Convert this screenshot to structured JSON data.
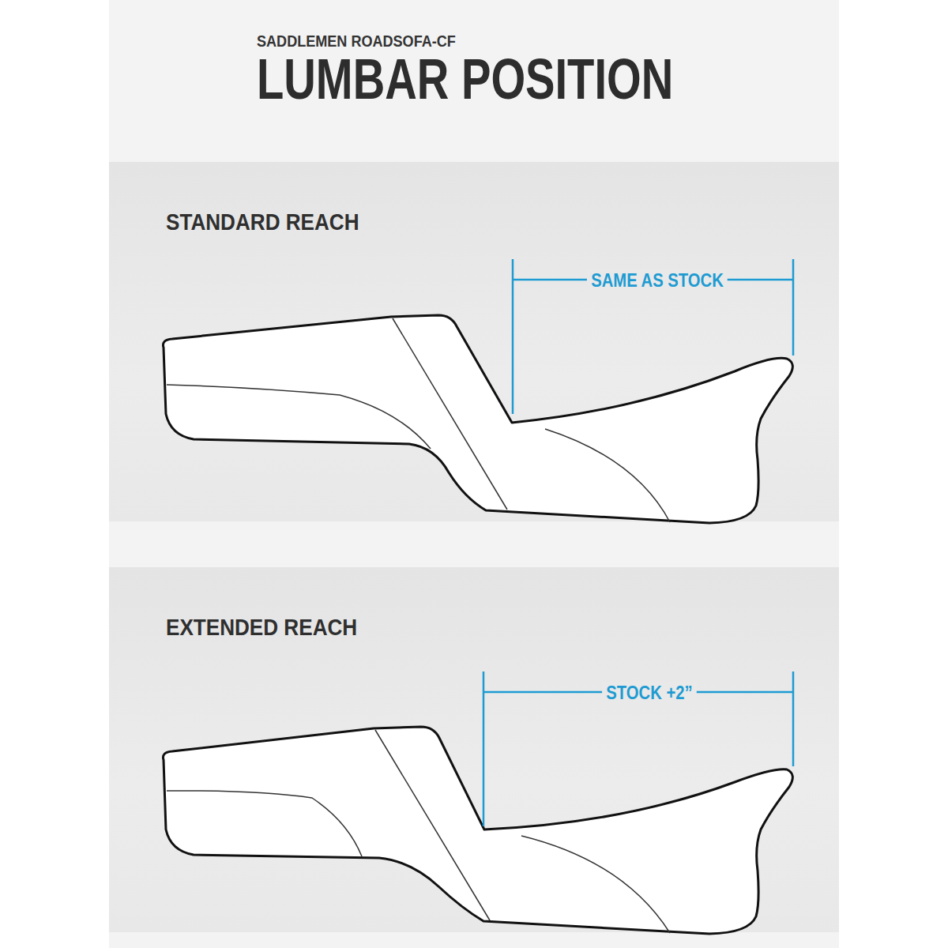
{
  "diagram": {
    "title": "LUMBAR POSITION",
    "nodes": [
      {
        "text": [
          "STANDARD REACH"
        ]
      },
      {
        "text": [
          "EXTENDED REACH"
        ]
      }
    ],
    "labels": [
      "SADDLEMEN ROADSOFA-CF",
      "SAME AS STOCK",
      "STOCK +2”"
    ]
  }
}
